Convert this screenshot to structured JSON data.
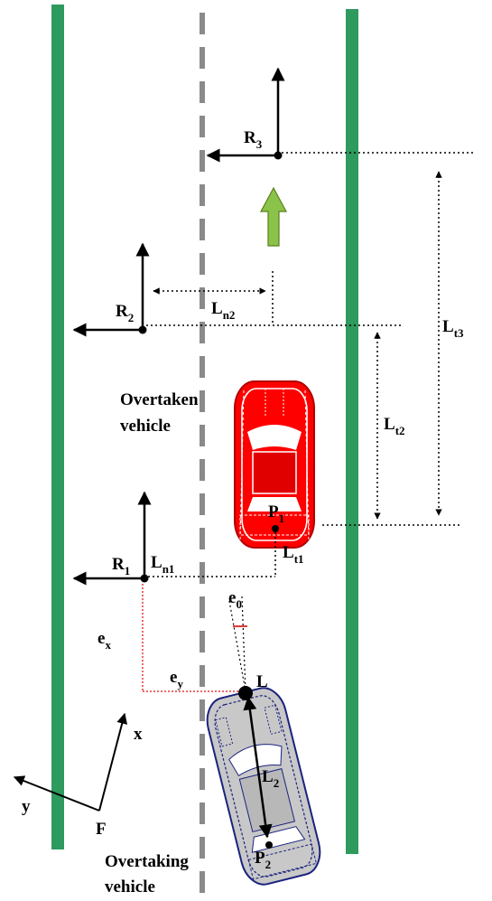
{
  "colors": {
    "road_edge": "#2e9a5e",
    "centre_line": "#8a8a8a",
    "overtaken_vehicle": "#ff0000",
    "overtaking_vehicle_body": "#c8c8c8",
    "overtaking_vehicle_outline": "#1a237e",
    "direction_arrow": "#8bc34a",
    "error_lines": "#e53935"
  },
  "labels": {
    "R3": {
      "main": "R",
      "sub": "3"
    },
    "R2": {
      "main": "R",
      "sub": "2"
    },
    "R1": {
      "main": "R",
      "sub": "1"
    },
    "Ln2": {
      "main": "L",
      "sub": "n2"
    },
    "Ln1": {
      "main": "L",
      "sub": "n1"
    },
    "Lt3": {
      "main": "L",
      "sub": "t3"
    },
    "Lt2": {
      "main": "L",
      "sub": "t2"
    },
    "Lt1": {
      "main": "L",
      "sub": "t1"
    },
    "P1": {
      "main": "P",
      "sub": "1"
    },
    "P2": {
      "main": "P",
      "sub": "2"
    },
    "L2": {
      "main": "L",
      "sub": "2"
    },
    "e0": {
      "main": "e",
      "sub": "0"
    },
    "ex": {
      "main": "e",
      "sub": "x"
    },
    "ey": {
      "main": "e",
      "sub": "y"
    },
    "L": "L",
    "x": "x",
    "y": "y",
    "F": "F"
  },
  "captions": {
    "overtaken_line1": "Overtaken",
    "overtaken_line2": "vehicle",
    "overtaking_line1": "Overtaking",
    "overtaking_line2": "vehicle"
  },
  "icons": [
    "reference-frame-arrows",
    "direction-arrow",
    "red-car",
    "blue-car"
  ]
}
